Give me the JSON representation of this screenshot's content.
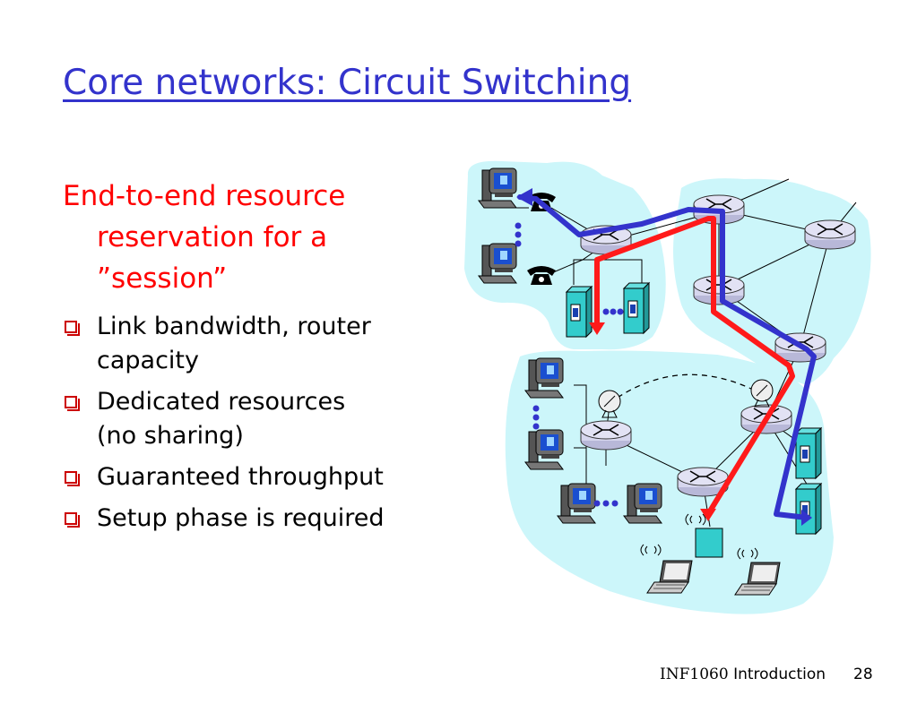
{
  "slide": {
    "title": "Core networks: Circuit Switching",
    "intro_lines": [
      "End-to-end resource",
      "reservation for a",
      "”session”"
    ],
    "bullets": [
      [
        "Link bandwidth, router",
        "capacity"
      ],
      [
        "Dedicated resources",
        "(no sharing)"
      ],
      [
        "Guaranteed throughput"
      ],
      [
        "Setup phase is required"
      ]
    ]
  },
  "footer": {
    "course": "INF1060",
    "section": "Introduction",
    "page": "28"
  },
  "colors": {
    "title": "#3333cc",
    "intro": "#ff0000",
    "bullet_box": "#cc0000",
    "cloud": "#ccf6fa",
    "router": "#d6d6ee",
    "server": "#33cccc",
    "circuit_red": "#ff1a1a",
    "circuit_blue": "#3333cc"
  },
  "diagram": {
    "icons": [
      "router-icon",
      "desktop-computer-icon",
      "telephone-icon",
      "server-icon",
      "laptop-icon",
      "satellite-dish-icon",
      "wireless-base-station-icon",
      "ellipsis-dots-icon"
    ]
  }
}
